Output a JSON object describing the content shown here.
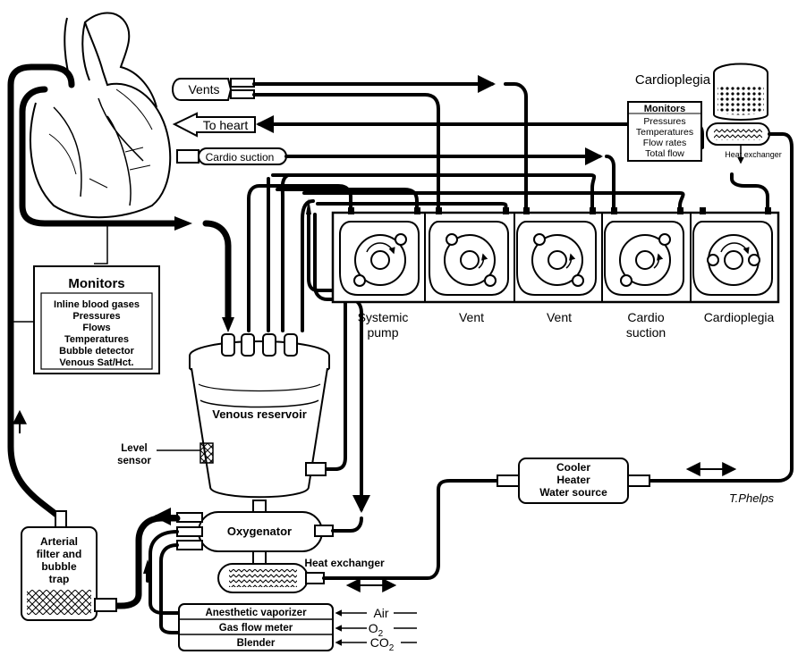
{
  "labels": {
    "vents": "Vents",
    "to_heart": "To heart",
    "cardio_suction": "Cardio suction",
    "cardioplegia_top": "Cardioplegia",
    "monitors_small": {
      "title": "Monitors",
      "lines": [
        "Pressures",
        "Temperatures",
        "Flow rates",
        "Total flow"
      ]
    },
    "heat_exchanger_small": "Heat exchanger",
    "monitors_main": {
      "title": "Monitors",
      "lines": [
        "Inline blood gases",
        "Pressures",
        "Flows",
        "Temperatures",
        "Bubble detector",
        "Venous Sat/Hct."
      ]
    },
    "pumps": [
      {
        "line1": "Systemic",
        "line2": "pump"
      },
      {
        "line1": "Vent",
        "line2": ""
      },
      {
        "line1": "Vent",
        "line2": ""
      },
      {
        "line1": "Cardio",
        "line2": "suction"
      },
      {
        "line1": "Cardioplegia",
        "line2": ""
      }
    ],
    "venous_reservoir": "Venous reservoir",
    "level_sensor": [
      "Level",
      "sensor"
    ],
    "oxygenator": "Oxygenator",
    "heat_exchanger": "Heat exchanger",
    "arterial_filter": [
      "Arterial",
      "filter and",
      "bubble",
      "trap"
    ],
    "cooler": [
      "Cooler",
      "Heater",
      "Water source"
    ],
    "gas_rows": [
      "Anesthetic vaporizer",
      "Gas flow meter",
      "Blender"
    ],
    "gases": {
      "air": "Air",
      "o2_base": "O",
      "o2_sub": "2",
      "co2_base": "CO",
      "co2_sub": "2"
    },
    "signature": "T.Phelps"
  }
}
